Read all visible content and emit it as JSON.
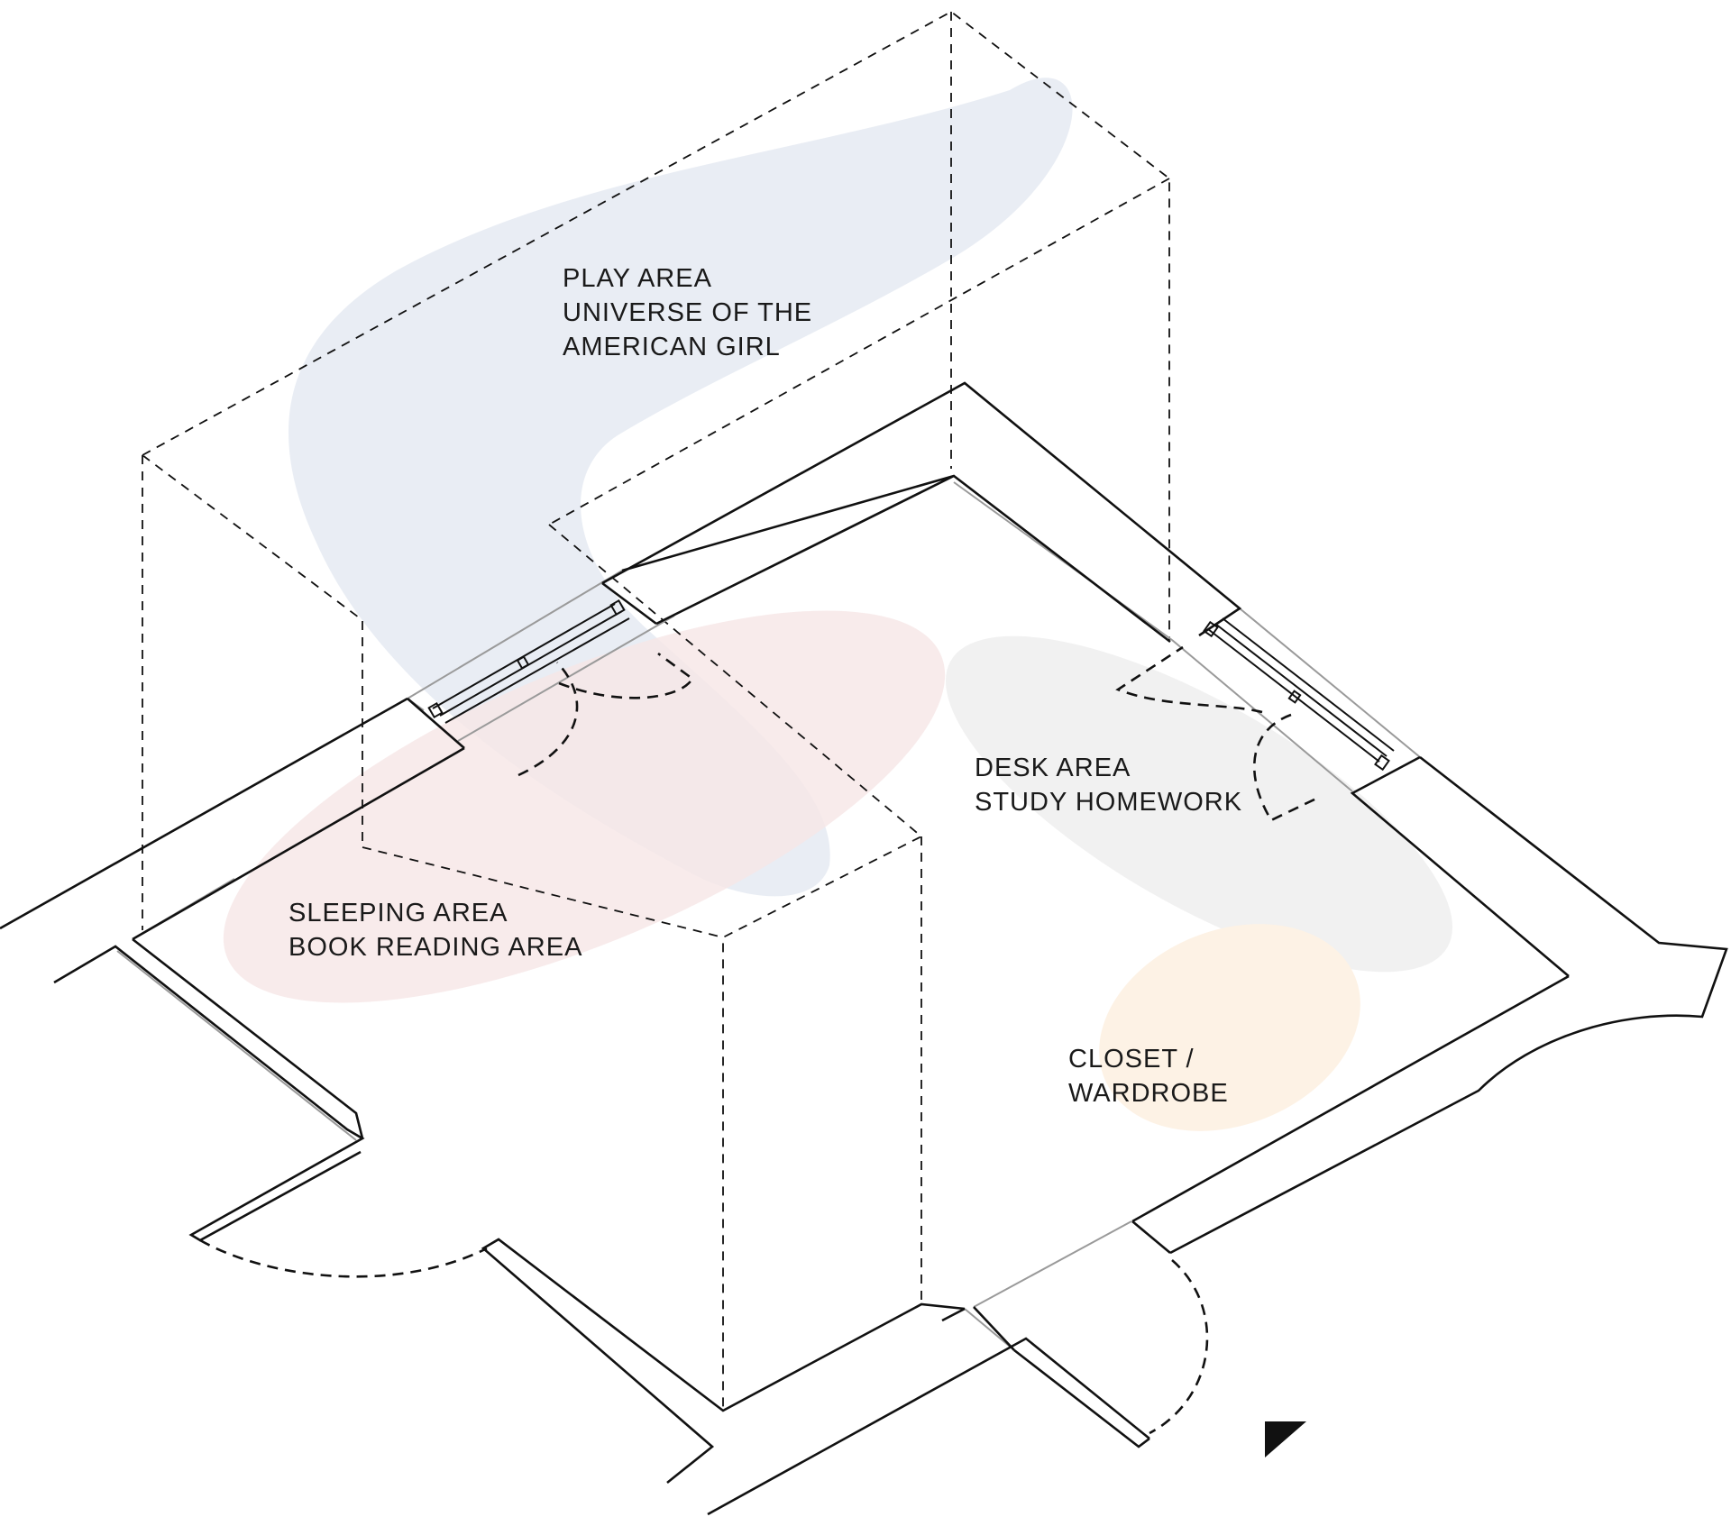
{
  "zones": [
    {
      "id": "play",
      "lines": [
        "PLAY AREA",
        "UNIVERSE OF THE",
        "AMERICAN GIRL"
      ],
      "color": "#e8ecf3"
    },
    {
      "id": "sleeping",
      "lines": [
        "SLEEPING AREA",
        "BOOK READING AREA"
      ],
      "color": "#f6e6e6"
    },
    {
      "id": "desk",
      "lines": [
        "DESK AREA",
        "STUDY HOMEWORK"
      ],
      "color": "#efefef"
    },
    {
      "id": "closet",
      "lines": [
        "CLOSET /",
        "WARDROBE"
      ],
      "color": "#fdf1e4"
    }
  ],
  "colors": {
    "wall": "#111111",
    "hidden_line": "#9a9a9a",
    "text": "#1a1a1a"
  },
  "north_arrow": {
    "icon": "north-arrow-triangle-icon"
  }
}
